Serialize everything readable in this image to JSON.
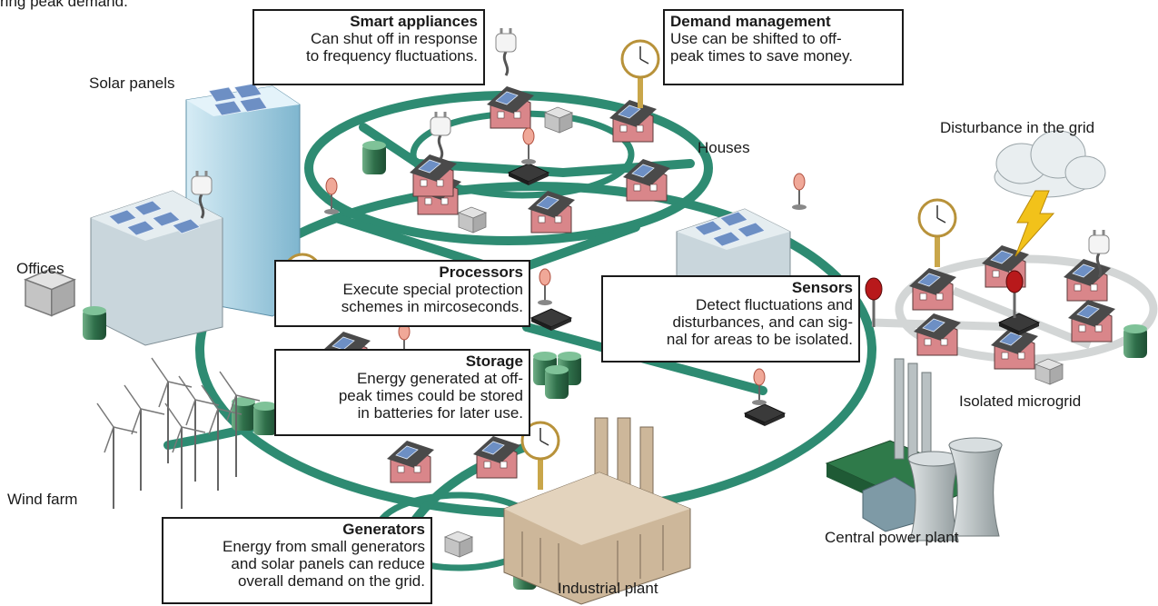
{
  "intro_fragment": "ring peak demand.",
  "labels": {
    "solar_panels": "Solar panels",
    "offices": "Offices",
    "wind_farm": "Wind farm",
    "houses": "Houses",
    "disturbance": "Disturbance in the grid",
    "isolated_microgrid": "Isolated microgrid",
    "central_power_plant": "Central power plant",
    "industrial_plant": "Industrial plant"
  },
  "callouts": {
    "smart_appliances": {
      "title": "Smart appliances",
      "body": "Can shut off in response\nto frequency fluctuations."
    },
    "demand_management": {
      "title": "Demand management",
      "body": "Use can be shifted to off-\npeak times to save money."
    },
    "processors": {
      "title": "Processors",
      "body": "Execute special protection\nschemes in mircoseconds."
    },
    "sensors": {
      "title": "Sensors",
      "body": "Detect fluctuations and\ndisturbances, and can sig-\nnal for areas to be isolated."
    },
    "storage": {
      "title": "Storage",
      "body": "Energy generated at off-\npeak times could be stored\nin batteries for later use."
    },
    "generators": {
      "title": "Generators",
      "body": "Energy from small generators\nand solar panels can reduce\noverall demand on the grid."
    }
  },
  "colors": {
    "grid_line": "#2e8b72",
    "grid_line_light": "#8fd0bd",
    "isolated_line": "#d3d6d6",
    "house_wall": "#d9868a",
    "roof": "#4a4a4a",
    "solar": "#6d8fc4",
    "tower": "#a8d3e6",
    "office": "#c9d6dc",
    "factory": "#cdb79a",
    "plant": "#aeb6b8",
    "tank": "#2f6f4a",
    "cloud": "#e9eef0",
    "bolt": "#f2c21a"
  }
}
